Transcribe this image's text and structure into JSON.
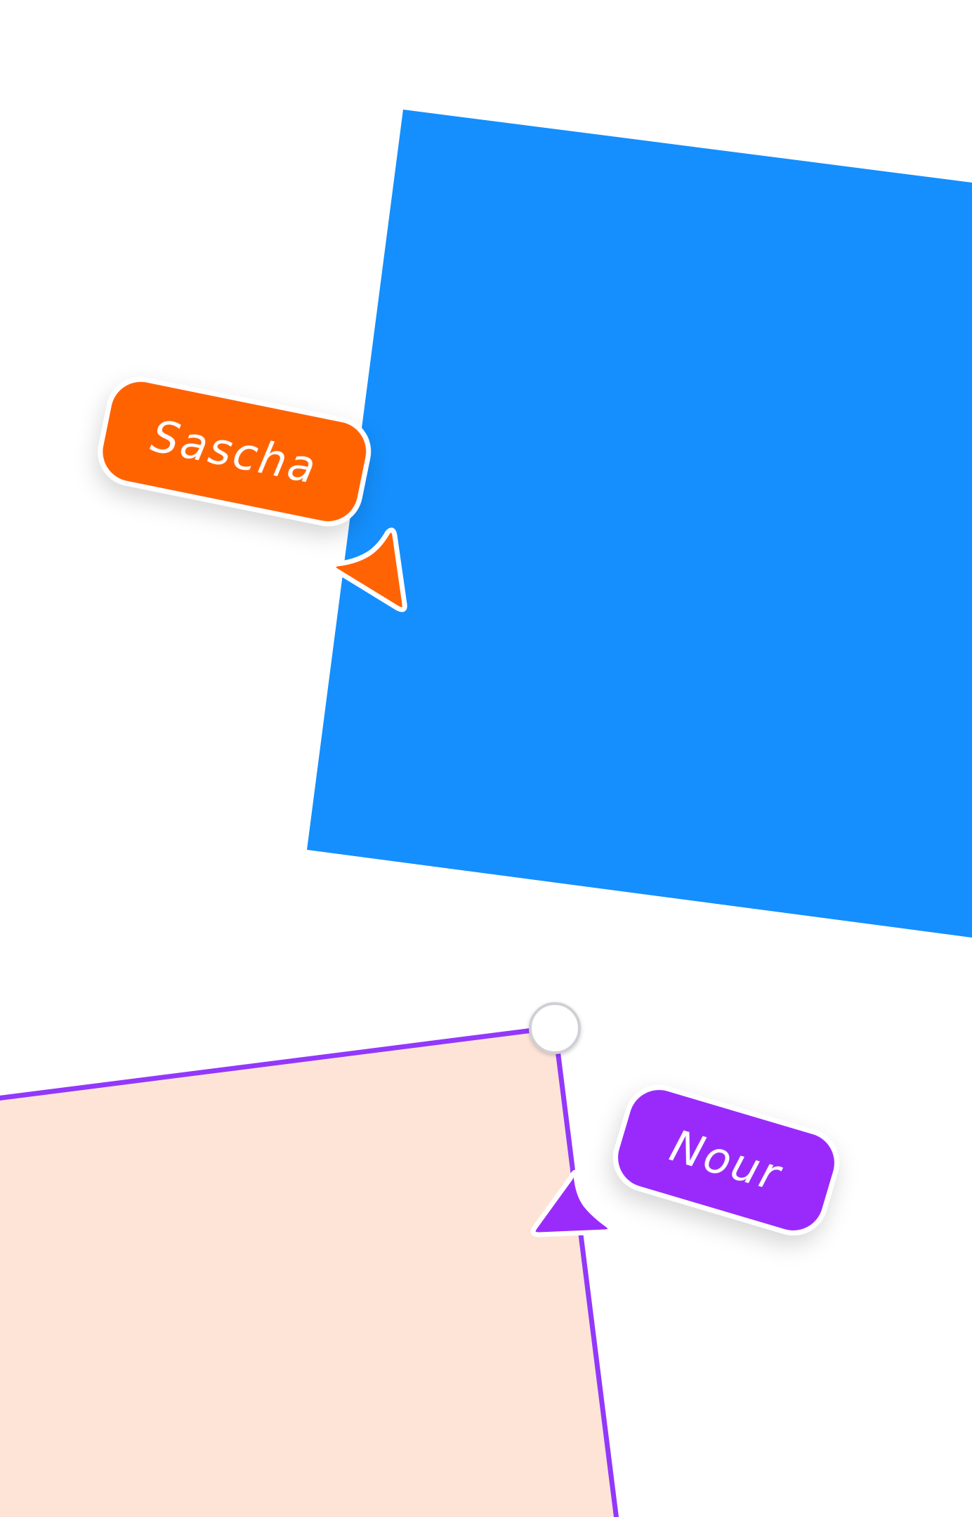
{
  "canvas": {
    "background": "#ffffff",
    "shapes": [
      {
        "name": "blue-rectangle",
        "fill": "#148ffd",
        "selected": false
      },
      {
        "name": "peach-rectangle",
        "fill": "#fde4d7",
        "stroke": "#9238fb",
        "selected": true
      }
    ]
  },
  "collaborators": [
    {
      "name": "Sascha",
      "color": "#ff6304",
      "icon": "cursor-arrow-icon"
    },
    {
      "name": "Nour",
      "color": "#9a2cfb",
      "icon": "cursor-arrow-icon"
    }
  ],
  "selection": {
    "handle_color": "#ffffff",
    "outline_color": "#9238fb"
  }
}
